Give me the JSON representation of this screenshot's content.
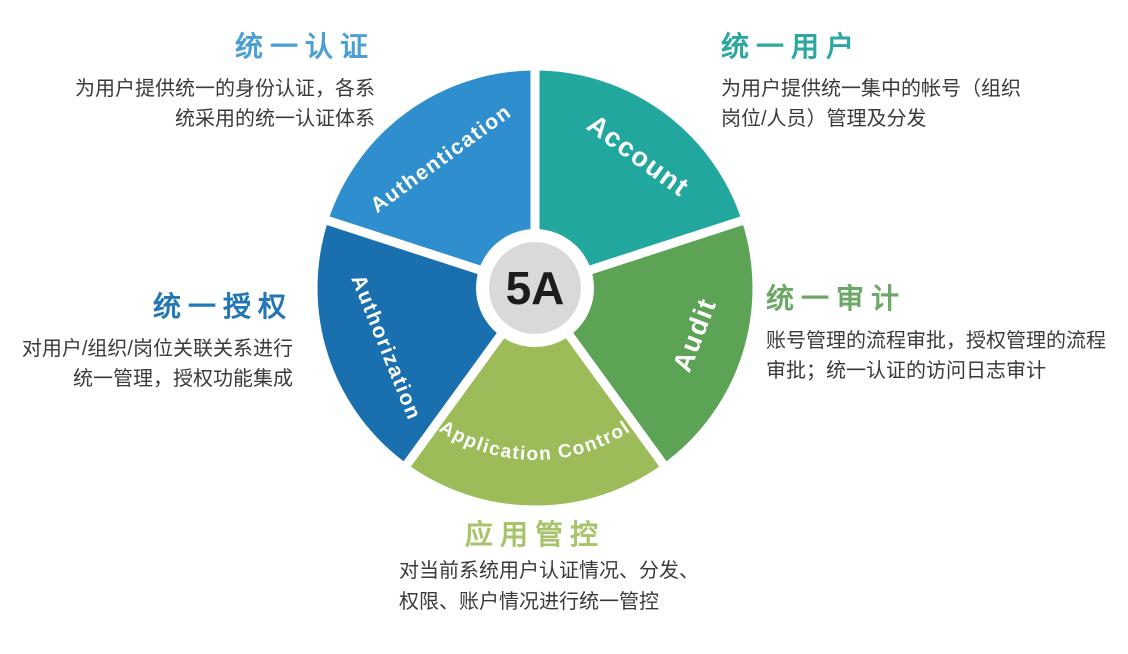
{
  "page": {
    "background": "#ffffff"
  },
  "chart_data": {
    "type": "pie",
    "center_label": "5A",
    "center_circle_color": "#d9d9d9",
    "segments": [
      {
        "label": "Authentication",
        "label_zh": "统一认证",
        "value": 72,
        "color": "#2f8ecd"
      },
      {
        "label": "Account",
        "label_zh": "统一用户",
        "value": 72,
        "color": "#22a79e"
      },
      {
        "label": "Audit",
        "label_zh": "统一审计",
        "value": 72,
        "color": "#5ca355"
      },
      {
        "label": "Application Control",
        "label_zh": "应用管控",
        "value": 72,
        "color": "#9cbc59"
      },
      {
        "label": "Authorization",
        "label_zh": "统一授权",
        "value": 72,
        "color": "#1a6fae"
      }
    ]
  },
  "callouts": {
    "authentication": {
      "title": "统一认证",
      "title_color": "#4a9fd4",
      "lines": [
        "为用户提供统一的身份认证，各系",
        "统采用的统一认证体系"
      ]
    },
    "account": {
      "title": "统一用户",
      "title_color": "#2ba8a0",
      "lines": [
        "为用户提供统一集中的帐号（组织",
        "岗位/人员）管理及分发"
      ]
    },
    "audit": {
      "title": "统一审计",
      "title_color": "#6ba765",
      "lines": [
        "账号管理的流程审批，授权管理的流程",
        "审批；统一认证的访问日志审计"
      ]
    },
    "application_control": {
      "title": "应用管控",
      "title_color": "#a8c46b",
      "lines": [
        "对当前系统用户认证情况、分发、",
        "权限、账户情况进行统一管控"
      ]
    },
    "authorization": {
      "title": "统一授权",
      "title_color": "#2377b5",
      "lines": [
        "对用户/组织/岗位关联关系进行",
        "统一管理，授权功能集成"
      ]
    }
  }
}
